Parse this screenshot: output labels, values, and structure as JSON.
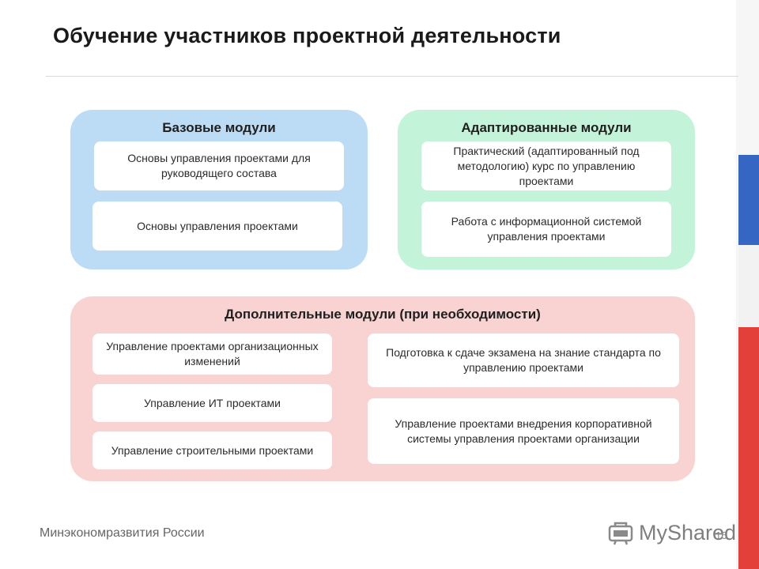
{
  "slide": {
    "title": "Обучение участников проектной деятельности",
    "footer": "Минэкономразвития России",
    "page_number": "16"
  },
  "panels": {
    "basic": {
      "title": "Базовые модули",
      "items": [
        "Основы управления проектами для руководящего состава",
        "Основы управления проектами"
      ]
    },
    "adapted": {
      "title": "Адаптированные модули",
      "items": [
        "Практический (адаптированный под методологию) курс по управлению проектами",
        "Работа с информационной системой управления проектами"
      ]
    },
    "additional": {
      "title": "Дополнительные модули (при необходимости)",
      "left_items": [
        "Управление проектами организационных изменений",
        "Управление ИТ проектами",
        "Управление строительными проектами"
      ],
      "right_items": [
        "Подготовка к сдаче экзамена на знание стандарта по управлению проектами",
        "Управление проектами внедрения корпоративной системы управления проектами организации"
      ]
    }
  },
  "watermark": {
    "text": "MyShared",
    "icon": "myshared-logo-icon"
  },
  "colors": {
    "basic_panel": "#bcdcf6",
    "adapted_panel": "#c3f3d8",
    "additional_panel": "#f8d3d1",
    "flag_blue": "#3566c4",
    "flag_red": "#e3403a"
  }
}
